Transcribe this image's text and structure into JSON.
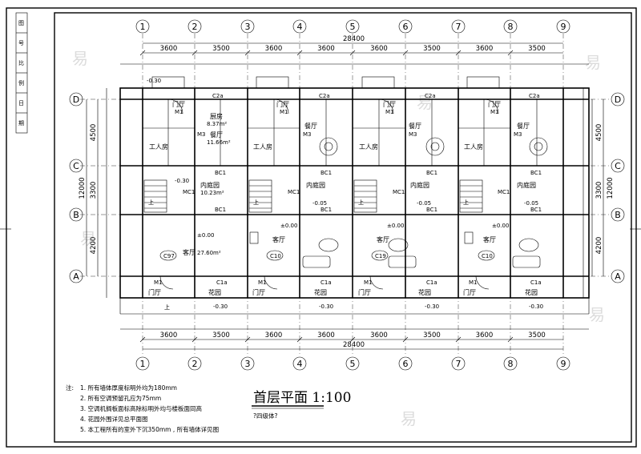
{
  "drawing": {
    "title": "首层平面 1:100",
    "subtitle": "?四级体?",
    "total_dim": "28400",
    "axes_x": [
      "1",
      "2",
      "3",
      "4",
      "5",
      "6",
      "7",
      "8",
      "9"
    ],
    "axes_y": [
      "D",
      "C",
      "B",
      "A"
    ],
    "top_dims": [
      "3600",
      "3500",
      "3600",
      "3600",
      "3600",
      "3500",
      "3600",
      "3500"
    ],
    "bottom_dims": [
      "3600",
      "3500",
      "3600",
      "3600",
      "3600",
      "3500",
      "3600",
      "3500"
    ],
    "left_dims": [
      "4500",
      "3300",
      "4200"
    ],
    "left_total": "12000",
    "right_dims": [
      "4500",
      "3300",
      "4200"
    ],
    "right_total": "12000",
    "rooms": {
      "men_ting": "门厅",
      "chu_fang": "厨房",
      "can_ting": "餐厅",
      "gong_ren_fang": "工人房",
      "ke_ting": "客厅",
      "nei_ting_yuan": "内庭园",
      "hua_yuan": "花园",
      "area_kitchen": "8.37m²",
      "area_dining": "11.66m²",
      "area_living": "27.60m²",
      "area_court": "10.23m²"
    },
    "labels": {
      "elev_zero": "±0.00",
      "elev_neg005": "-0.05",
      "elev_neg030": "-0.30",
      "door_m1": "M1",
      "door_mc1": "MC1",
      "win_c1a": "C1a",
      "win_c2a": "C2a",
      "win_bc1": "BC1",
      "win_m3": "M3",
      "up": "上",
      "col_c97": "C97",
      "col_c10": "C10",
      "col_c19": "C19"
    },
    "notes_label": "注:",
    "notes": [
      "1. 所有墙体厚度标明外均为180mm",
      "2. 所有空调预留孔应为75mm",
      "3. 空调机搁板面标高除标明外均与楼板面同高",
      "4. 花园外围详见总平面图",
      "5. 本工程所有的室外下沉350mm , 所有墙体详见图"
    ],
    "left_strip": [
      "图",
      "号",
      "比",
      "例",
      "日",
      "期"
    ],
    "watermark": "易"
  }
}
